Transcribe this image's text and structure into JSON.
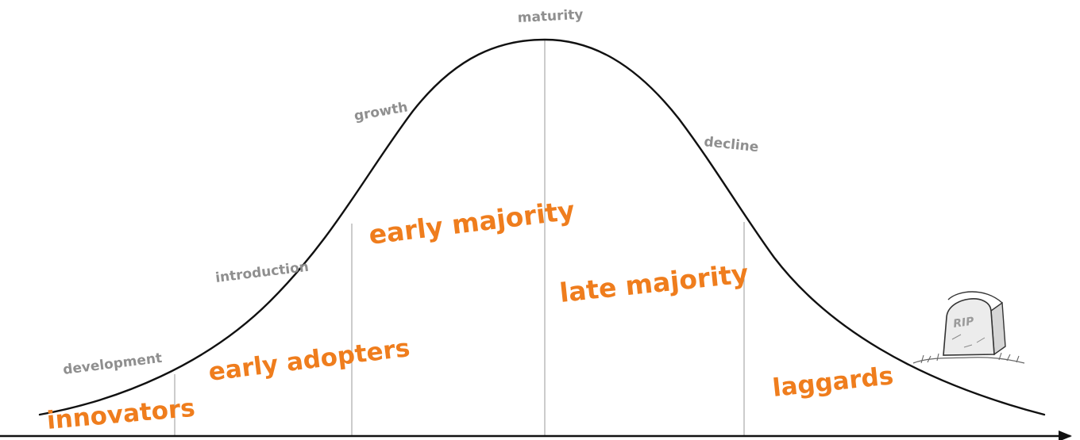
{
  "stages": {
    "development": "development",
    "introduction": "introduction",
    "growth": "growth",
    "maturity": "maturity",
    "decline": "decline"
  },
  "segments": {
    "innovators": "innovators",
    "early_adopters": "early adopters",
    "early_majority": "early majority",
    "late_majority": "late majority",
    "laggards": "laggards"
  },
  "tombstone": {
    "text": "RIP"
  },
  "colors": {
    "segment_label": "#ef7d1d",
    "stage_label": "#8f8f8f",
    "curve": "#111111"
  }
}
